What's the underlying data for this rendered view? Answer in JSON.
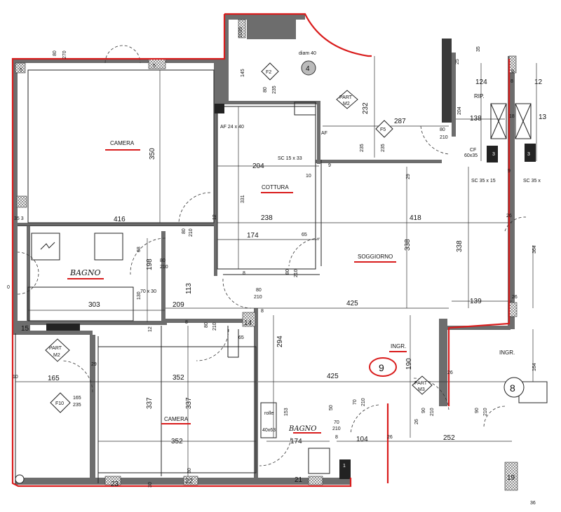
{
  "rooms": {
    "camera_top": "CAMERA",
    "camera_bottom": "CAMERA",
    "cottura": "COTTURA",
    "soggiorno": "SOGGIORNO",
    "bagno_left": "BAGNO",
    "bagno_bottom": "BAGNO",
    "ingr": "INGR.",
    "ingr_right": "INGR.",
    "rip": "RIP."
  },
  "tags": {
    "f2": "F2",
    "f5": "F5",
    "f10": "F10",
    "part_m2_top_1": "PART",
    "part_m2_top_2": "M2",
    "part_m2_left_1": "PART",
    "part_m2_left_2": "M2",
    "part_m3_1": "PART",
    "part_m3_2": "M3",
    "unit_9": "9",
    "unit_8": "8",
    "col_4": "4",
    "col_3a": "3",
    "col_3b": "3",
    "col_1": "1"
  },
  "labels": {
    "diam": "diam 40",
    "af": "AF 24 x 40",
    "af2": "AF",
    "sc_a": "SC 15 x 33",
    "sc_b": "SC 35 x 15",
    "sc_c": "SC 35 x",
    "cf": "CF",
    "cf_size": "60x35",
    "door_70x30": "70 x 30",
    "rolle": "rolle",
    "size_40x63": "40x63",
    "f10_a": "165",
    "f10_b": "235"
  },
  "dims": {
    "d1035": "1035",
    "d270": "270",
    "d80a": "80",
    "d145": "145",
    "d80b": "80",
    "d235a": "235",
    "d232": "232",
    "d287": "287",
    "d235b": "235",
    "d235c": "235",
    "d25a": "25",
    "d35a": "35",
    "d124": "124",
    "d8a": "8",
    "d12a": "12",
    "d204a": "204",
    "d138": "138",
    "d18a": "18",
    "d13": "13",
    "d80c": "80",
    "d210a": "210",
    "d350": "350",
    "d204b": "204",
    "d10a": "10",
    "d29": "29",
    "d331": "331",
    "d353": "35 3",
    "d416": "416",
    "d238": "238",
    "d418": "418",
    "d26a": "26",
    "d80d": "80",
    "d210b": "210",
    "d12b": "12",
    "d174a": "174",
    "d65a": "65",
    "d68": "68",
    "d80e": "80",
    "d210c": "210",
    "d198": "198",
    "d338a": "338",
    "d338b": "338",
    "d364": "364",
    "d80f": "80",
    "d210d": "210",
    "d113": "113",
    "d130": "130",
    "d80g": "80",
    "d210e": "210",
    "d8b": "8",
    "d8c": "8",
    "d0": "0",
    "d303": "303",
    "d209": "209",
    "d425a": "425",
    "d139": "139",
    "d26b": "26",
    "d15": "15",
    "d12c": "12",
    "d8d": "8",
    "d80h": "80",
    "d210f": "210",
    "d14": "14",
    "d65b": "65",
    "d294": "294",
    "d190": "190",
    "d164": "164",
    "d29b": "29",
    "d10b": "10",
    "d165": "165",
    "d352a": "352",
    "d425b": "425",
    "d26c": "26",
    "d337a": "337",
    "d337b": "337",
    "d70a": "70",
    "d210g": "210",
    "d153": "153",
    "d50": "50",
    "d70b": "70",
    "d210h": "210",
    "d26d": "26",
    "d90a": "90",
    "d210i": "210",
    "d90b": "90",
    "d210j": "210",
    "d352b": "352",
    "d174b": "174",
    "d8e": "8",
    "d104": "104",
    "d26e": "26",
    "d252": "252",
    "d30a": "30",
    "d30b": "30",
    "d23": "23",
    "d22": "22",
    "d21": "21",
    "d19": "19",
    "d36": "36",
    "d5a": "5",
    "d5b": "5",
    "d9a": "9",
    "d9b": "9",
    "d9c": "9"
  }
}
